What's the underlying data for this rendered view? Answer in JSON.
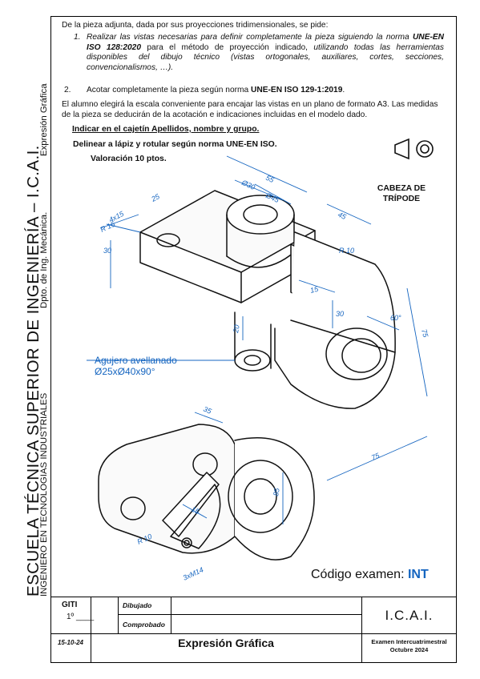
{
  "side": {
    "school": "ESCUELA TÉCNICA SUPERIOR DE INGENIERÍA – I.C.A.I.",
    "degree": "INGENIERO EN TECNOLOGIAS INDUSTRIALES",
    "department": "Dpto. de Ing. Mecánica.",
    "subject": "Expresión Gráfica"
  },
  "statement": {
    "intro": "De la pieza adjunta, dada por sus proyecciones tridimensionales, se pide:",
    "item1_num": "1.",
    "item1_a": "Realizar las vistas necesarias para definir completamente la pieza siguiendo la norma",
    "item1_norm": "UNE-EN ISO 128:2020",
    "item1_b": "para el método de proyección indicado,",
    "item1_c": "utilizando todas las herramientas disponibles del dibujo técnico (vistas ortogonales, auxiliares, cortes, secciones, convencionalismos, …).",
    "item2_num": "2.",
    "item2_a": "Acotar completamente la pieza según norma",
    "item2_norm": "UNE-EN ISO 129-1:2019",
    "item2_end": ".",
    "paragraph": "El alumno elegirá la escala conveniente para encajar las vistas en un plano de formato A3. Las medidas de la pieza se deducirán de la acotación e indicaciones incluidas en el modelo dado.",
    "instr1": "Indicar en el cajetín Apellidos, nombre y grupo.",
    "instr2": "Delinear a lápiz y rotular según norma UNE-EN ISO.",
    "instr3": "Valoración 10 ptos."
  },
  "piece": {
    "title_line1": "CABEZA DE",
    "title_line2": "TRÍPODE",
    "hole_note_line1": "Agujero avellanado",
    "hole_note_line2": "Ø25xØ40x90°",
    "dims": {
      "d55": "55",
      "d30": "Ø30",
      "d45": "Ø45",
      "d45b": "45",
      "r10": "R 10",
      "d15a": "4x15",
      "d25": "25",
      "r15": "R 15",
      "d30b": "30",
      "d15b": "15",
      "d30c": "30",
      "d20": "20",
      "d60": "60°",
      "d75a": "75",
      "d75b": "75",
      "d35": "35",
      "d85": "85",
      "d15c": "15",
      "r10b": "R 10",
      "m14": "3xM14"
    }
  },
  "exam_code": {
    "label": "Código examen:",
    "code": "INT"
  },
  "accent_color": "#1565c0",
  "title_block": {
    "group": "GITI",
    "course": "1º ____",
    "dibujado": "Dibujado",
    "comprobado": "Comprobado",
    "date": "15-10-24",
    "subject": "Expresión Gráfica",
    "school_abbr": "I.C.A.I.",
    "exam_line1": "Examen Intercuatrimestral",
    "exam_line2": "Octubre 2024"
  }
}
